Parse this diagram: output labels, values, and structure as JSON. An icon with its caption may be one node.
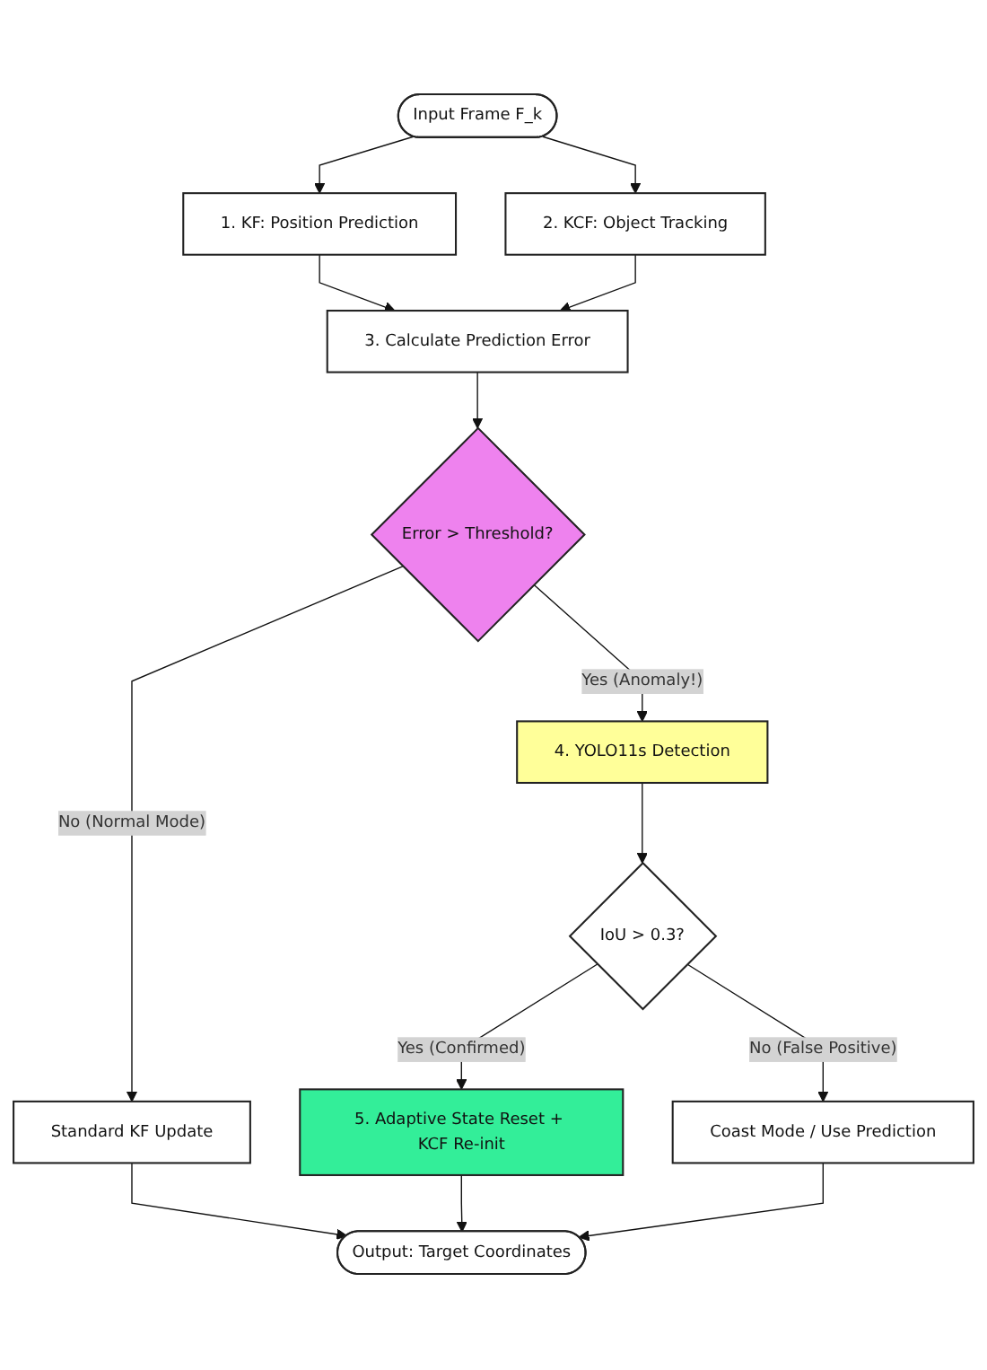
{
  "diagram": {
    "nodes": [
      {
        "text": [
          "Input Frame F_k"
        ]
      },
      {
        "text": [
          "1. KF: Position Prediction"
        ]
      },
      {
        "text": [
          "2. KCF: Object Tracking"
        ]
      },
      {
        "text": [
          "3. Calculate Prediction Error"
        ]
      },
      {
        "text": [
          "Error > Threshold?"
        ]
      },
      {
        "text": [
          "4. YOLO11s Detection"
        ]
      },
      {
        "text": [
          "IoU > 0.3?"
        ]
      },
      {
        "text": [
          "Standard KF Update"
        ]
      },
      {
        "text": [
          "5. Adaptive State Reset + KCF Re-init"
        ]
      },
      {
        "text": [
          "Coast Mode / Use Prediction"
        ]
      },
      {
        "text": [
          "Output: Target Coordinates"
        ]
      }
    ],
    "edges": [
      {
        "from": 0,
        "to": 1,
        "arrow": "to"
      },
      {
        "from": 0,
        "to": 2,
        "arrow": "to"
      },
      {
        "from": 1,
        "to": 3,
        "arrow": "to"
      },
      {
        "from": 2,
        "to": 3,
        "arrow": "to"
      },
      {
        "from": 3,
        "to": 4,
        "arrow": "to"
      },
      {
        "from": 4,
        "to": 7,
        "arrow": "to",
        "label": "No (Normal Mode)"
      },
      {
        "from": 4,
        "to": 5,
        "arrow": "to",
        "label": "Yes (Anomaly!)"
      },
      {
        "from": 5,
        "to": 6,
        "arrow": "to"
      },
      {
        "from": 6,
        "to": 8,
        "arrow": "to",
        "label": "Yes (Confirmed)"
      },
      {
        "from": 6,
        "to": 9,
        "arrow": "to",
        "label": "No (False Positive)"
      },
      {
        "from": 7,
        "to": 10,
        "arrow": "to"
      },
      {
        "from": 8,
        "to": 10,
        "arrow": "to"
      },
      {
        "from": 9,
        "to": 10,
        "arrow": "to"
      }
    ]
  }
}
